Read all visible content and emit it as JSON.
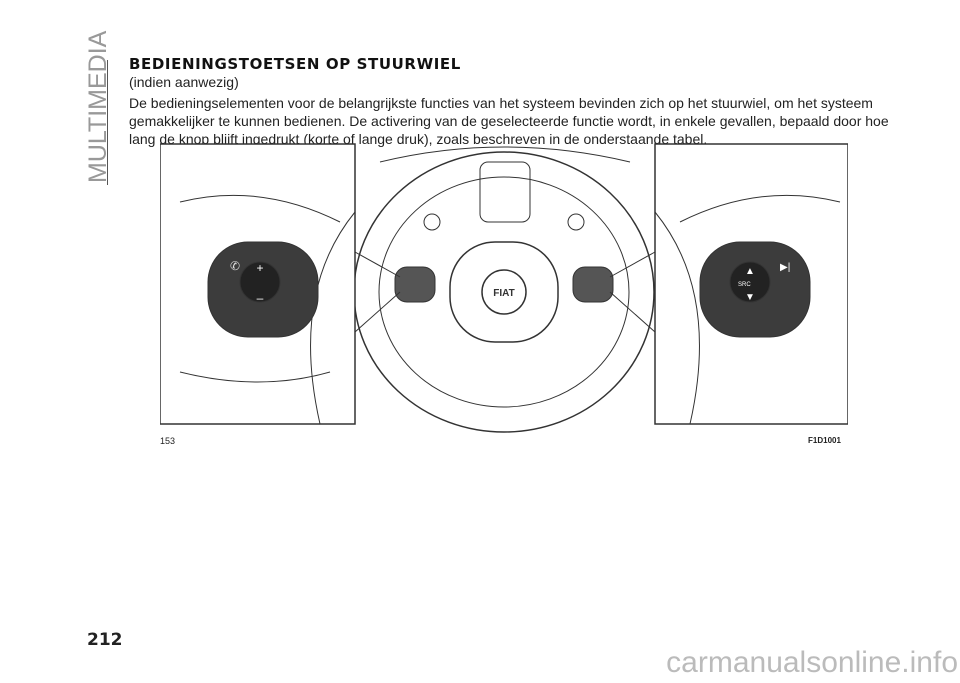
{
  "section_label": "MULTIMEDIA",
  "title": "BEDIENINGSTOETSEN OP STUURWIEL",
  "subtitle": "(indien aanwezig)",
  "body": "De bedieningselementen voor de belangrijkste functies van het systeem bevinden zich op het stuurwiel, om het systeem gemakkelijker te kunnen bedienen. De activering van de geselecteerde functie wordt, in enkele gevallen, bepaald door hoe lang de knop blijft ingedrukt (korte of lange druk), zoals beschreven in de onderstaande tabel.",
  "figure": {
    "number": "153",
    "code": "F1D1001",
    "logo": "FIAT",
    "src_label": "SRC"
  },
  "page_number": "212",
  "watermark": "carmanualsonline.info"
}
